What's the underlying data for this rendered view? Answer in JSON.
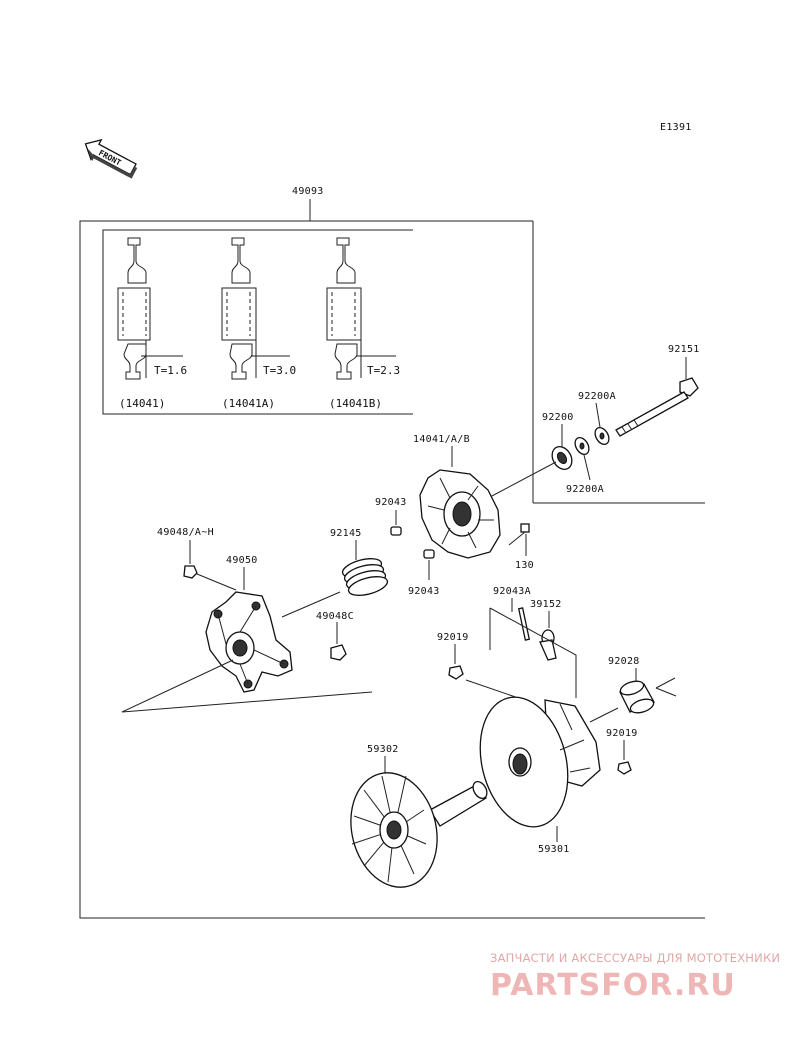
{
  "diagram_code": "E1391",
  "front_label": "FRONT",
  "assembly_number": "49093",
  "shims": [
    {
      "part": "(14041)",
      "thickness": "T=1.6"
    },
    {
      "part": "(14041A)",
      "thickness": "T=3.0"
    },
    {
      "part": "(14041B)",
      "thickness": "T=2.3"
    }
  ],
  "part_labels": {
    "p92151": "92151",
    "p92200A_top": "92200A",
    "p92200": "92200",
    "p92200A_bottom": "92200A",
    "p14041AB": "14041/A/B",
    "p92043_upper": "92043",
    "p130": "130",
    "p92043_lower": "92043",
    "p49048AH": "49048/A~H",
    "p49050": "49050",
    "p92145": "92145",
    "p49048C": "49048C",
    "p92043A": "92043A",
    "p39152": "39152",
    "p92019_left": "92019",
    "p92028": "92028",
    "p92019_right": "92019",
    "p59302": "59302",
    "p59301": "59301"
  },
  "watermark": {
    "subtitle": "ЗАПЧАСТИ И АКСЕССУАРЫ ДЛЯ МОТОТЕХНИКИ",
    "logo": "PARTSFOR.RU"
  },
  "colors": {
    "line": "#222222",
    "watermark": "#e8a0a0"
  }
}
